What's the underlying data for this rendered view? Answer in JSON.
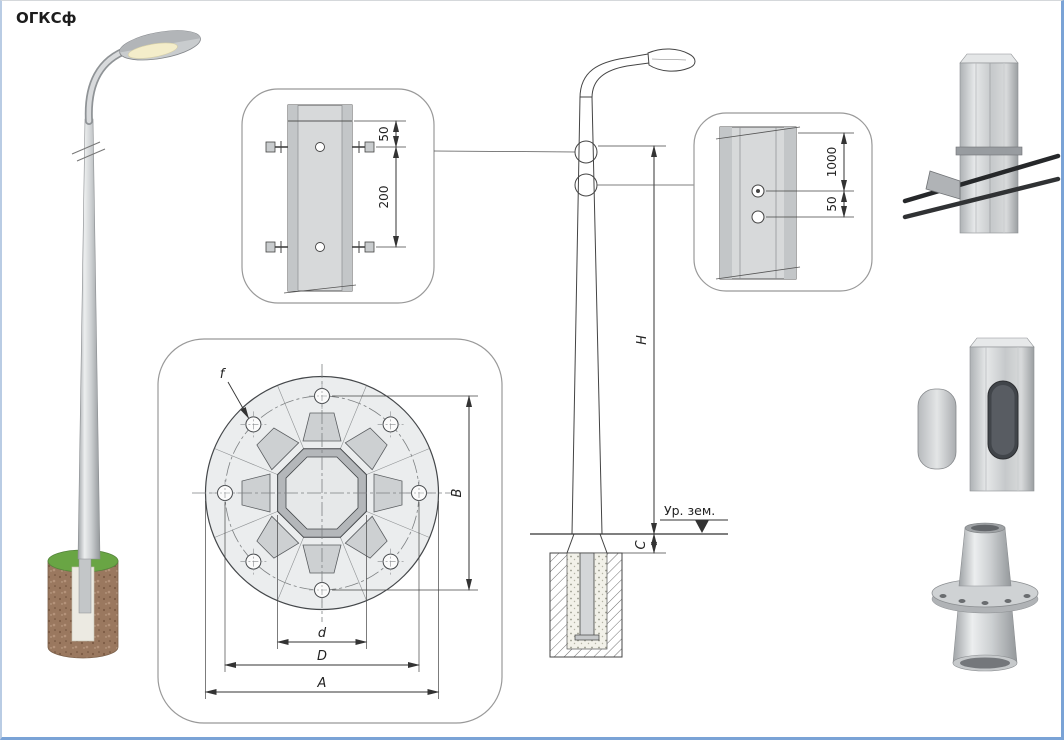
{
  "title": "ОГКСф",
  "detail_top": {
    "dim_a": "50",
    "dim_b": "200"
  },
  "detail_side": {
    "dim_a": "1000",
    "dim_b": "50"
  },
  "flange_plan": {
    "dim_f": "f",
    "dim_B": "B",
    "dim_d": "d",
    "dim_D": "D",
    "dim_A": "A"
  },
  "elevation": {
    "dim_H": "H",
    "dim_C": "C",
    "ground_label": "Ур. зем."
  },
  "colors": {
    "line": "#3a3a3a",
    "metal_light": "#e9eaeb",
    "metal_mid": "#c9cbcd",
    "metal_dark": "#9fa2a5",
    "grass": "#69a544",
    "soil": "#9a785f",
    "frame_accent": "#7aa3d6"
  }
}
